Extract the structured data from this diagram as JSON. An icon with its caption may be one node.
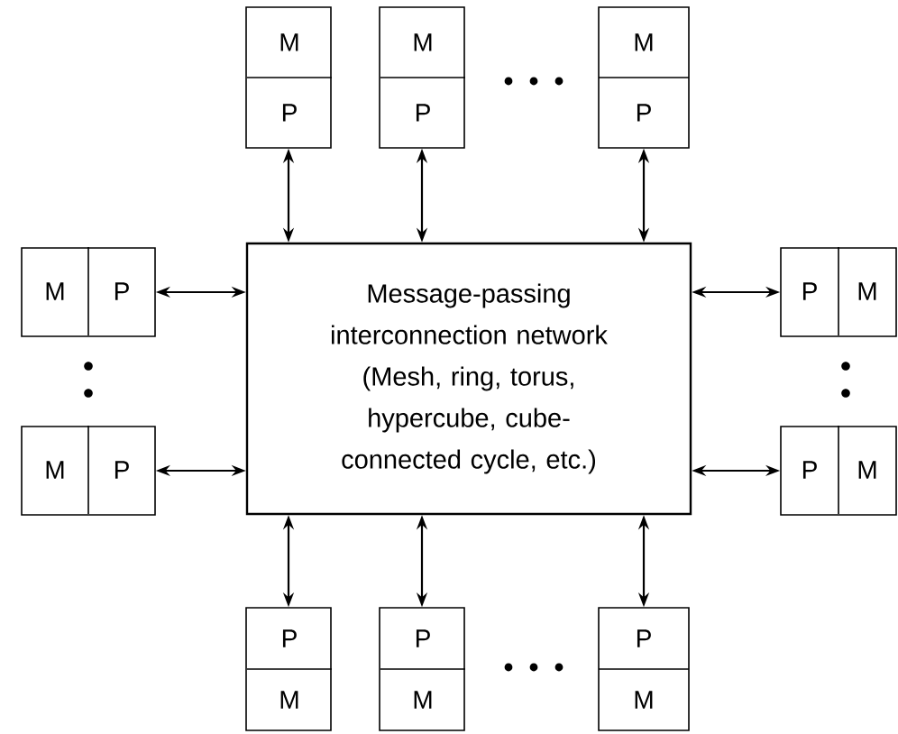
{
  "diagram": {
    "nodes": [
      {
        "text": [
          "Message-passing interconnection network (Mesh, ring, torus, hypercube, cube-connected cycle, etc.)"
        ]
      },
      {
        "text": [
          "M",
          "P"
        ]
      },
      {
        "text": [
          "M",
          "P"
        ]
      },
      {
        "text": [
          "M",
          "P"
        ]
      },
      {
        "text": [
          "M",
          "P"
        ]
      },
      {
        "text": [
          "M",
          "P"
        ]
      },
      {
        "text": [
          "P",
          "M"
        ]
      },
      {
        "text": [
          "P",
          "M"
        ]
      },
      {
        "text": [
          "P",
          "M"
        ]
      },
      {
        "text": [
          "P",
          "M"
        ]
      },
      {
        "text": [
          "P",
          "M"
        ]
      }
    ],
    "edges": [
      {
        "from": 1,
        "to": 0,
        "arrow": "both"
      },
      {
        "from": 2,
        "to": 0,
        "arrow": "both"
      },
      {
        "from": 3,
        "to": 0,
        "arrow": "both"
      },
      {
        "from": 4,
        "to": 0,
        "arrow": "both"
      },
      {
        "from": 5,
        "to": 0,
        "arrow": "both"
      },
      {
        "from": 6,
        "to": 0,
        "arrow": "both"
      },
      {
        "from": 7,
        "to": 0,
        "arrow": "both"
      },
      {
        "from": 8,
        "to": 0,
        "arrow": "both"
      },
      {
        "from": 9,
        "to": 0,
        "arrow": "both"
      },
      {
        "from": 10,
        "to": 0,
        "arrow": "both"
      }
    ]
  }
}
